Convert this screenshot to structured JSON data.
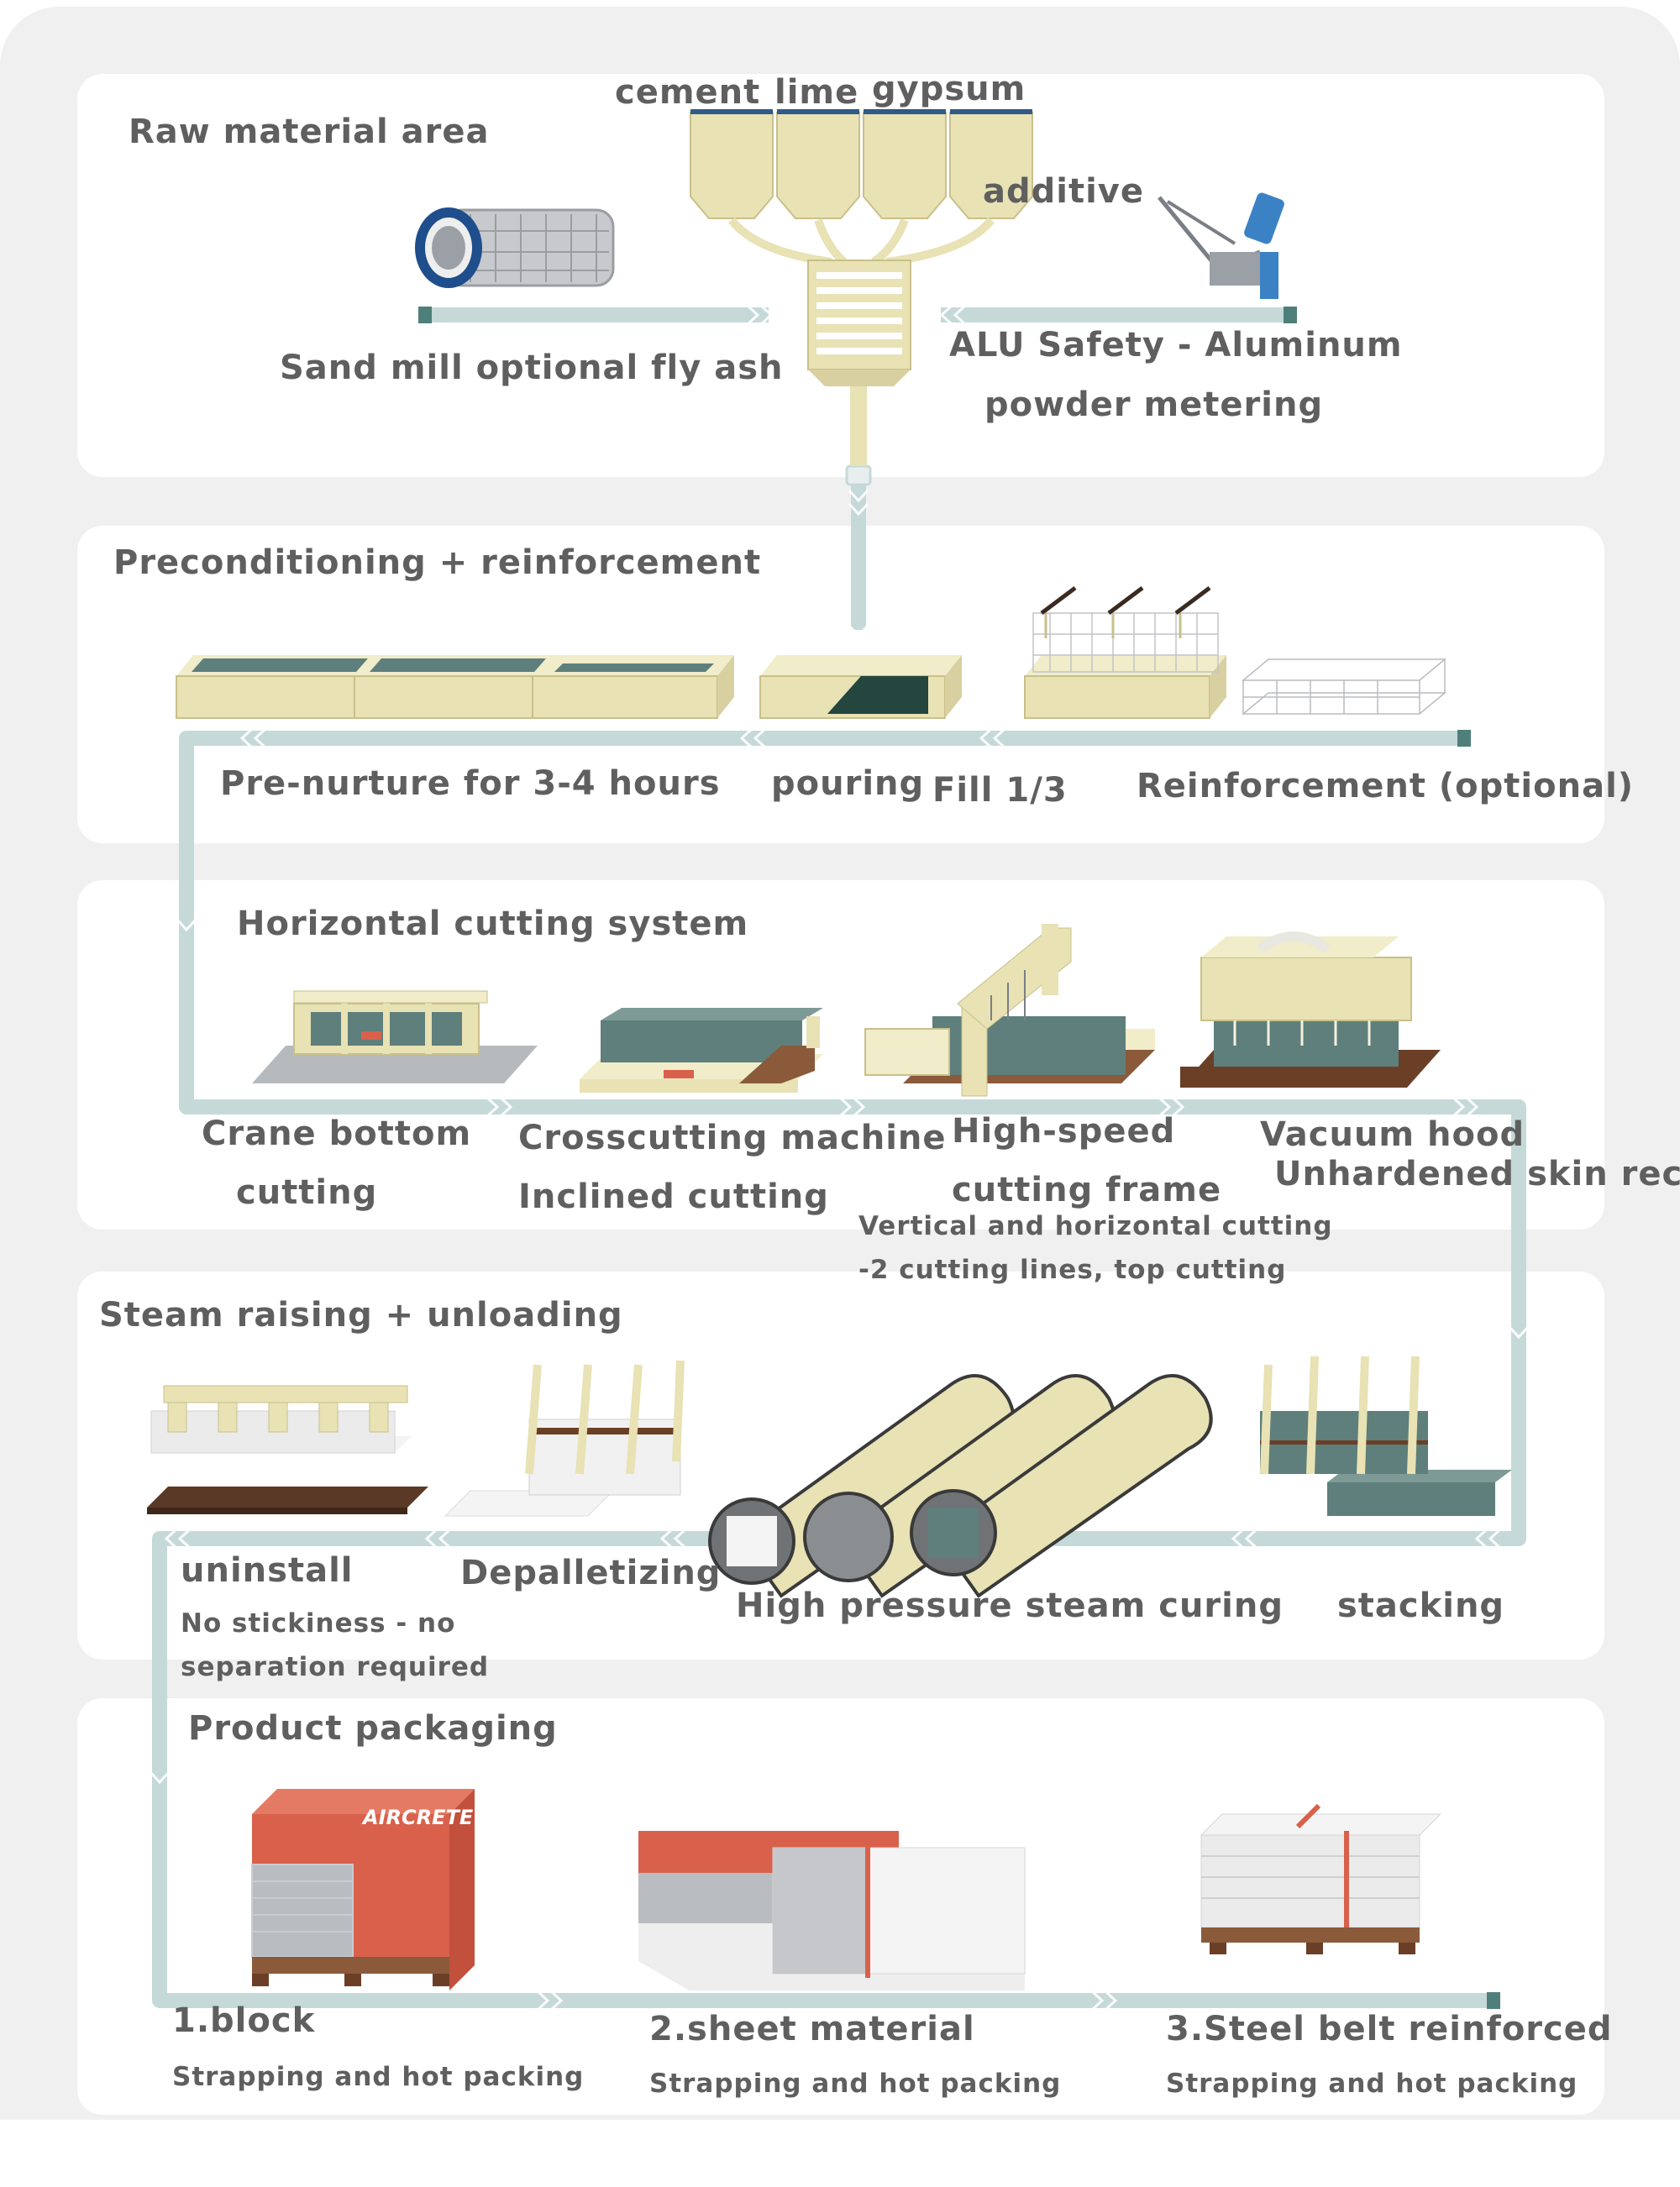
{
  "sections": {
    "raw": {
      "title": "Raw material area",
      "cement": "cement",
      "lime": "lime",
      "gypsum": "gypsum",
      "additive": "additive",
      "sand_mill": "Sand mill optional fly ash",
      "alu_line1": "ALU Safety - Aluminum",
      "alu_line2": "powder metering"
    },
    "precond": {
      "title": "Preconditioning + reinforcement",
      "pre_nurture": "Pre-nurture for 3-4 hours",
      "pouring": "pouring",
      "fill": "Fill 1/3",
      "reinforcement": "Reinforcement (optional)"
    },
    "cutting": {
      "title": "Horizontal cutting system",
      "crane_line1": "Crane bottom",
      "crane_line2": "cutting",
      "cross_line1": "Crosscutting machine",
      "cross_line2": "Inclined cutting",
      "hs_line1": "High-speed",
      "hs_line2": "cutting frame",
      "hs_note1": "Vertical and horizontal cutting",
      "hs_note2": "-2 cutting lines, top cutting",
      "vac_line1": "Vacuum hood",
      "vac_line2": "Unhardened skin recyc"
    },
    "steam": {
      "title": "Steam raising + unloading",
      "uninstall": "uninstall",
      "uninstall_note1": "No stickiness - no",
      "uninstall_note2": "separation required",
      "depal": "Depalletizing",
      "curing": "High pressure steam curing",
      "stacking": "stacking"
    },
    "packaging": {
      "title": "Product packaging",
      "block": "1.block",
      "block_note": "Strapping and hot packing",
      "sheet": "2.sheet material",
      "sheet_note": "Strapping and hot packing",
      "steel": "3.Steel belt reinforced",
      "steel_note": "Strapping and hot packing",
      "brand": "AIRCRETE"
    }
  },
  "colors": {
    "flow": "#c5d9d9",
    "flow_edge": "#a9c4c6",
    "panel": "#ffffff",
    "background": "#f0f0f0",
    "text": "#5f5f5f",
    "cream": "#e8e2b4",
    "teal": "#5f7f7a",
    "brick": "#d9614b"
  }
}
